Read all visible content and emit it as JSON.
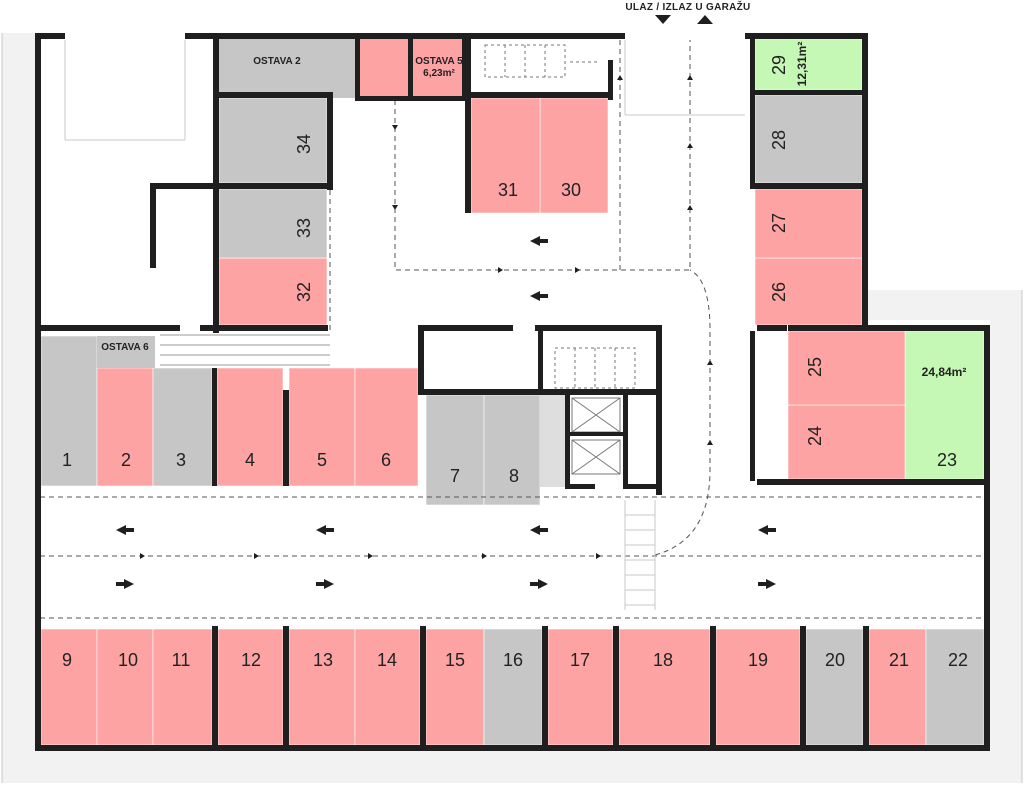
{
  "colors": {
    "available": "#fea3a3",
    "sold": "#c6c6c6",
    "area": "#c5f8b4",
    "wall": "#1f1f1f",
    "outer": "#f2f2f2"
  },
  "entry": {
    "label": "ULAZ / IZLAZ U GARAŽU"
  },
  "storage": {
    "ostava2": "OSTAVA 2",
    "ostava5": "OSTAVA 5",
    "ostava5_area": "6,23m²",
    "ostava6": "OSTAVA 6"
  },
  "areas": {
    "spot29_area": "12,31m²",
    "spot23_area": "24,84m²"
  },
  "spots": [
    {
      "id": "1",
      "status": "sold"
    },
    {
      "id": "2",
      "status": "available"
    },
    {
      "id": "3",
      "status": "sold"
    },
    {
      "id": "4",
      "status": "available"
    },
    {
      "id": "5",
      "status": "available"
    },
    {
      "id": "6",
      "status": "available"
    },
    {
      "id": "7",
      "status": "sold"
    },
    {
      "id": "8",
      "status": "sold"
    },
    {
      "id": "9",
      "status": "available"
    },
    {
      "id": "10",
      "status": "available"
    },
    {
      "id": "11",
      "status": "available"
    },
    {
      "id": "12",
      "status": "available"
    },
    {
      "id": "13",
      "status": "available"
    },
    {
      "id": "14",
      "status": "available"
    },
    {
      "id": "15",
      "status": "available"
    },
    {
      "id": "16",
      "status": "sold"
    },
    {
      "id": "17",
      "status": "available"
    },
    {
      "id": "18",
      "status": "available"
    },
    {
      "id": "19",
      "status": "available"
    },
    {
      "id": "20",
      "status": "sold"
    },
    {
      "id": "21",
      "status": "available"
    },
    {
      "id": "22",
      "status": "sold"
    },
    {
      "id": "23",
      "status": "area"
    },
    {
      "id": "24",
      "status": "available"
    },
    {
      "id": "25",
      "status": "available"
    },
    {
      "id": "26",
      "status": "available"
    },
    {
      "id": "27",
      "status": "available"
    },
    {
      "id": "28",
      "status": "sold"
    },
    {
      "id": "29",
      "status": "area"
    },
    {
      "id": "30",
      "status": "available"
    },
    {
      "id": "31",
      "status": "available"
    },
    {
      "id": "32",
      "status": "available"
    },
    {
      "id": "33",
      "status": "sold"
    },
    {
      "id": "34",
      "status": "sold"
    }
  ]
}
